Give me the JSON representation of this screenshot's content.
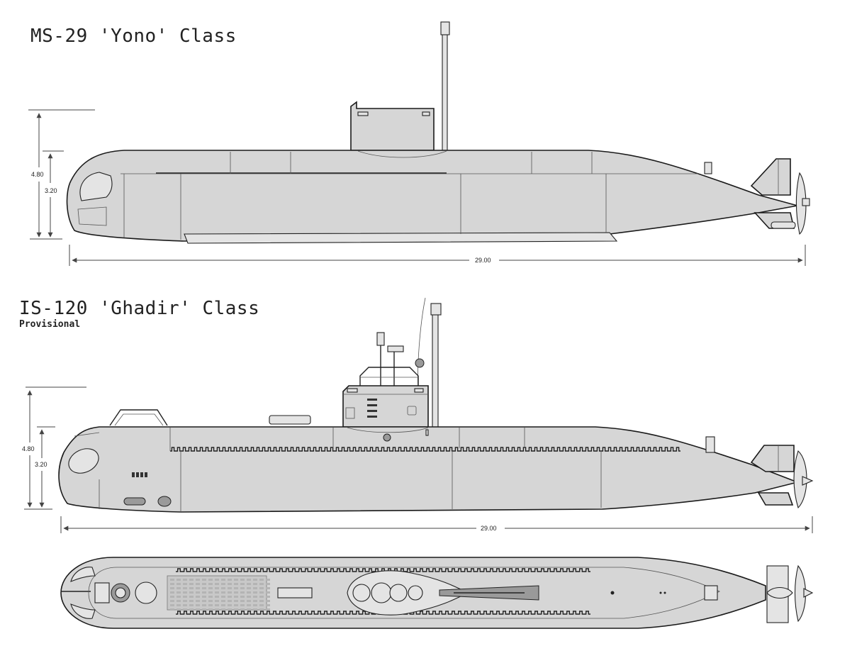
{
  "drawings": {
    "yono": {
      "title": "MS-29 'Yono' Class",
      "dims": {
        "height_total": "4.80",
        "height_hull": "3.20",
        "length": "29.00"
      }
    },
    "ghadir": {
      "title": "IS-120 'Ghadir' Class",
      "subtitle": "Provisional",
      "dims": {
        "height_total": "4.80",
        "height_hull": "3.20",
        "length": "29.00"
      }
    }
  },
  "colors": {
    "hull_fill": "#d6d6d6",
    "outline": "#1a1a1a",
    "background": "#ffffff"
  }
}
